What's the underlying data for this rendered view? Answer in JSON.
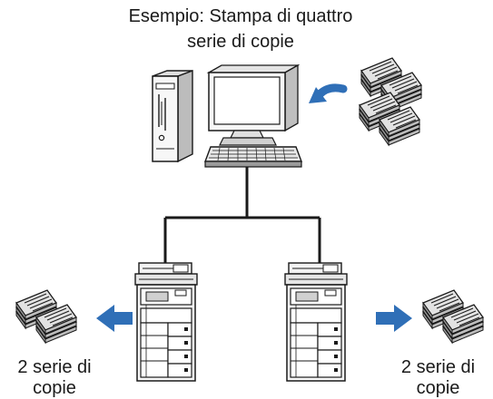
{
  "diagram": {
    "caption_top": "Esempio: Stampa di quattro serie di copie",
    "caption_left": "2 serie di copie",
    "caption_right": "2 serie di copie"
  },
  "colors": {
    "arrow_blue": "#2f6fb7",
    "line": "#1a1a1a",
    "paper_gray": "#d9d9d9"
  },
  "icons": [
    "computer-tower-icon",
    "monitor-icon",
    "keyboard-icon",
    "document-stack-icon",
    "printer-icon",
    "arrow-icon"
  ]
}
